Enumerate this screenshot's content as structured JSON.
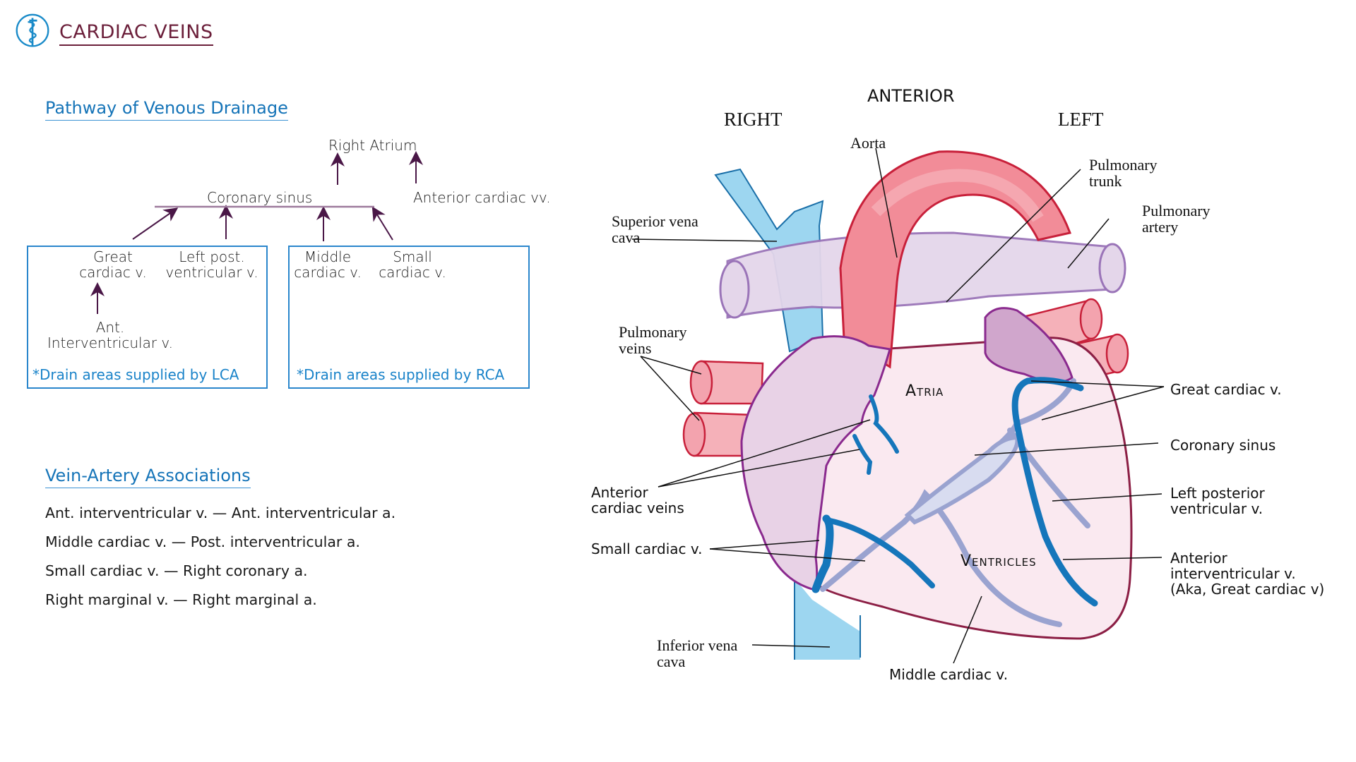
{
  "header": {
    "title": "CARDIAC VEINS",
    "logo_icon": "caduceus-icon"
  },
  "pathway": {
    "heading": "Pathway of Venous Drainage",
    "right_atrium": "Right Atrium",
    "coronary_sinus": "Coronary sinus",
    "anterior_cardiac": "Anterior cardiac vv.",
    "lca_box": {
      "great_cardiac_1": "Great",
      "great_cardiac_2": "cardiac v.",
      "left_post_1": "Left post.",
      "left_post_2": "ventricular v.",
      "ant_iv_1": "Ant.",
      "ant_iv_2": "Interventricular v.",
      "note": "*Drain areas supplied by LCA"
    },
    "rca_box": {
      "middle_1": "Middle",
      "middle_2": "cardiac v.",
      "small_1": "Small",
      "small_2": "cardiac v.",
      "note": "*Drain areas supplied by RCA"
    }
  },
  "associations": {
    "heading": "Vein-Artery Associations",
    "items": [
      "Ant. interventricular v. — Ant. interventricular a.",
      "Middle cardiac v. — Post. interventricular a.",
      "Small cardiac v. — Right coronary a.",
      "Right marginal v. — Right marginal a."
    ]
  },
  "heart": {
    "orientation": {
      "anterior": "ANTERIOR",
      "right": "RIGHT",
      "left": "LEFT"
    },
    "regions": {
      "atria": "Atria",
      "ventricles": "Ventricles"
    },
    "labels": {
      "aorta": "Aorta",
      "pulmonary_trunk_1": "Pulmonary",
      "pulmonary_trunk_2": "trunk",
      "pulmonary_artery_1": "Pulmonary",
      "pulmonary_artery_2": "artery",
      "svc_1": "Superior vena",
      "svc_2": "cava",
      "pulm_veins_1": "Pulmonary",
      "pulm_veins_2": "veins",
      "ant_cardiac_1": "Anterior",
      "ant_cardiac_2": "cardiac veins",
      "small_cardiac": "Small cardiac v.",
      "ivc_1": "Inferior vena",
      "ivc_2": "cava",
      "middle_cardiac": "Middle cardiac v.",
      "great_cardiac": "Great cardiac v.",
      "coronary_sinus": "Coronary sinus",
      "lpv_1": "Left posterior",
      "lpv_2": "ventricular v.",
      "aiv_1": "Anterior",
      "aiv_2": "interventricular v.",
      "aiv_3": "(Aka, Great cardiac v)"
    },
    "colors": {
      "vein_dark": "#1576bb",
      "vein_light": "#9aa3d0",
      "vena_cava": "#9dd6f0",
      "aorta": "#f28c98",
      "aorta_outline": "#c8203a",
      "pulmonary": "#e4d6ea",
      "pulmonary_outline": "#9a74b8",
      "atrium": "#e8d2e6",
      "atrium_outline": "#8a2a8e",
      "ventricle": "#fae9f0",
      "ventricle_outline": "#8c1f45"
    }
  }
}
